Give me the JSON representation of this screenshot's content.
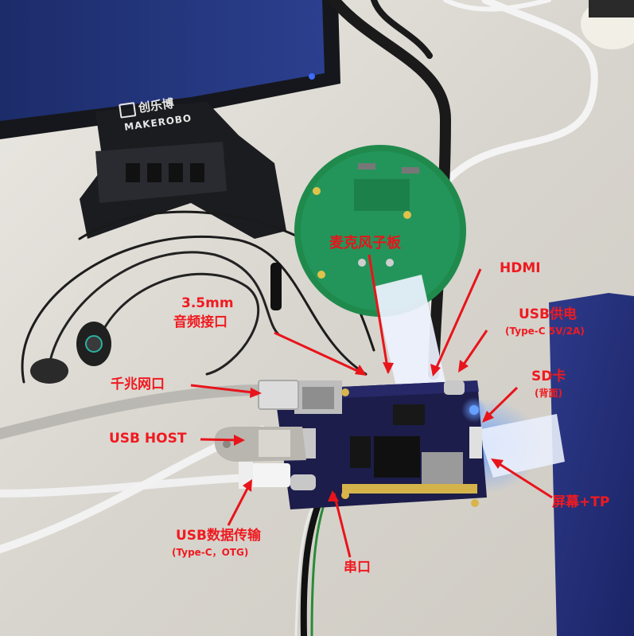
{
  "colors": {
    "label_text": "#e8141b",
    "label_text_alt": "#f01a20",
    "pcb": "#1c1d4a",
    "mic_board": "#1f8a4c",
    "desk": "#d9d6cf",
    "screen_blue": "#2a4aa8"
  },
  "monitor": {
    "logo_cn": "创乐博",
    "logo_en": "MAKEROBO",
    "icon": "makerobo-logo-icon"
  },
  "labels": {
    "mic_board": "麦克风子板",
    "hdmi": "HDMI",
    "audio_line1": "3.5mm",
    "audio_line2": "音频接口",
    "usb_power_line1": "USB供电",
    "usb_power_line2": "(Type-C 5V/2A)",
    "ethernet": "千兆网口",
    "sd_line1": "SD卡",
    "sd_line2": "(背面)",
    "usb_host": "USB HOST",
    "usb_data_line1": "USB数据传输",
    "usb_data_line2": "(Type-C，OTG)",
    "screen_tp": "屏幕+TP",
    "serial": "串口"
  }
}
